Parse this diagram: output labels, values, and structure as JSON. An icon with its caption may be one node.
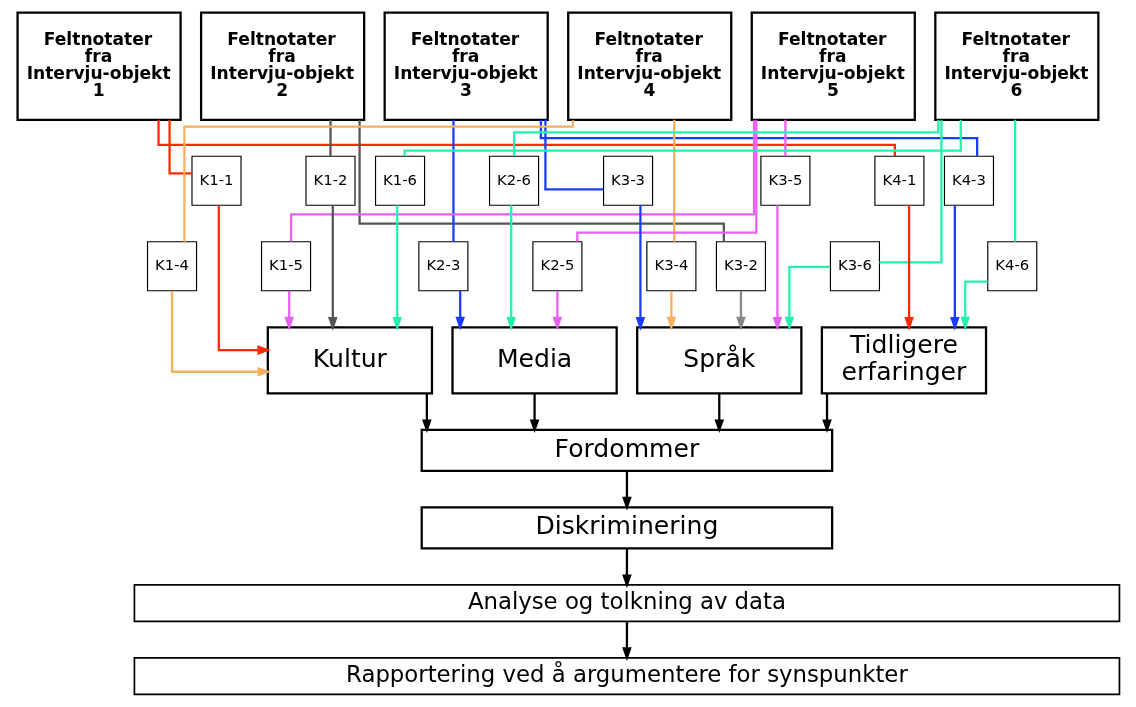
{
  "diagram": {
    "nodes": [
      {
        "text": [
          "Feltnotater fra Intervju-objekt 1"
        ]
      },
      {
        "text": [
          "Feltnotater fra Intervju-objekt 2"
        ]
      },
      {
        "text": [
          "Feltnotater fra Intervju-objekt 3"
        ]
      },
      {
        "text": [
          "Feltnotater fra Intervju-objekt 4"
        ]
      },
      {
        "text": [
          "Feltnotater fra Intervju-objekt 5"
        ]
      },
      {
        "text": [
          "Feltnotater fra Intervju-objekt 6"
        ]
      },
      {
        "text": [
          "K1-1"
        ]
      },
      {
        "text": [
          "K1-2"
        ]
      },
      {
        "text": [
          "K1-6"
        ]
      },
      {
        "text": [
          "K2-6"
        ]
      },
      {
        "text": [
          "K3-3"
        ]
      },
      {
        "text": [
          "K3-5"
        ]
      },
      {
        "text": [
          "K4-1"
        ]
      },
      {
        "text": [
          "K4-3"
        ]
      },
      {
        "text": [
          "K1-4"
        ]
      },
      {
        "text": [
          "K1-5"
        ]
      },
      {
        "text": [
          "K2-3"
        ]
      },
      {
        "text": [
          "K2-5"
        ]
      },
      {
        "text": [
          "K3-4"
        ]
      },
      {
        "text": [
          "K3-2"
        ]
      },
      {
        "text": [
          "K3-6"
        ]
      },
      {
        "text": [
          "K4-6"
        ]
      },
      {
        "text": [
          "Kultur"
        ]
      },
      {
        "text": [
          "Media"
        ]
      },
      {
        "text": [
          "Språk"
        ]
      },
      {
        "text": [
          "Tidligere erfaringer"
        ]
      },
      {
        "text": [
          "Fordommer"
        ]
      },
      {
        "text": [
          "Diskriminering"
        ]
      },
      {
        "text": [
          "Analyse og tolkning av data"
        ]
      },
      {
        "text": [
          "Rapportering ved å argumentere for synspunkter"
        ]
      }
    ],
    "edges": [
      {
        "from": 0,
        "to": 6,
        "arrow": "none",
        "color": "#ff2a00"
      },
      {
        "from": 0,
        "to": 12,
        "arrow": "none",
        "color": "#ff2a00"
      },
      {
        "from": 1,
        "to": 7,
        "arrow": "none",
        "color": "#555555"
      },
      {
        "from": 1,
        "to": 19,
        "arrow": "none",
        "color": "#555555"
      },
      {
        "from": 2,
        "to": 16,
        "arrow": "none",
        "color": "#1a3cff"
      },
      {
        "from": 2,
        "to": 10,
        "arrow": "none",
        "color": "#1a3cff"
      },
      {
        "from": 2,
        "to": 13,
        "arrow": "none",
        "color": "#1a3cff"
      },
      {
        "from": 3,
        "to": 14,
        "arrow": "none",
        "color": "#f7b05b"
      },
      {
        "from": 3,
        "to": 18,
        "arrow": "none",
        "color": "#f7b05b"
      },
      {
        "from": 4,
        "to": 11,
        "arrow": "none",
        "color": "#e860f0"
      },
      {
        "from": 4,
        "to": 15,
        "arrow": "none",
        "color": "#e860f0"
      },
      {
        "from": 4,
        "to": 17,
        "arrow": "none",
        "color": "#e860f0"
      },
      {
        "from": 5,
        "to": 9,
        "arrow": "none",
        "color": "#22f0b0"
      },
      {
        "from": 5,
        "to": 8,
        "arrow": "none",
        "color": "#22f0b0"
      },
      {
        "from": 5,
        "to": 20,
        "arrow": "none",
        "color": "#22f0b0"
      },
      {
        "from": 5,
        "to": 21,
        "arrow": "none",
        "color": "#22f0b0"
      },
      {
        "from": 6,
        "to": 22,
        "arrow": "to",
        "color": "#ff2a00"
      },
      {
        "from": 14,
        "to": 22,
        "arrow": "to",
        "color": "#f7b05b"
      },
      {
        "from": 7,
        "to": 22,
        "arrow": "to",
        "color": "#555555"
      },
      {
        "from": 15,
        "to": 22,
        "arrow": "to",
        "color": "#e860f0"
      },
      {
        "from": 8,
        "to": 22,
        "arrow": "to",
        "color": "#22f0b0"
      },
      {
        "from": 16,
        "to": 23,
        "arrow": "to",
        "color": "#1a3cff"
      },
      {
        "from": 9,
        "to": 23,
        "arrow": "to",
        "color": "#22f0b0"
      },
      {
        "from": 17,
        "to": 23,
        "arrow": "to",
        "color": "#e860f0"
      },
      {
        "from": 10,
        "to": 24,
        "arrow": "to",
        "color": "#1a3cff"
      },
      {
        "from": 20,
        "to": 24,
        "arrow": "to",
        "color": "#22f0b0"
      },
      {
        "from": 18,
        "to": 24,
        "arrow": "to",
        "color": "#f7b05b"
      },
      {
        "from": 11,
        "to": 24,
        "arrow": "to",
        "color": "#e860f0"
      },
      {
        "from": 19,
        "to": 24,
        "arrow": "to",
        "color": "#888888"
      },
      {
        "from": 12,
        "to": 25,
        "arrow": "to",
        "color": "#ff2a00"
      },
      {
        "from": 13,
        "to": 25,
        "arrow": "to",
        "color": "#1a3cff"
      },
      {
        "from": 21,
        "to": 25,
        "arrow": "to",
        "color": "#22f0b0"
      },
      {
        "from": 22,
        "to": 26,
        "arrow": "to",
        "color": "#000000"
      },
      {
        "from": 23,
        "to": 26,
        "arrow": "to",
        "color": "#000000"
      },
      {
        "from": 24,
        "to": 26,
        "arrow": "to",
        "color": "#000000"
      },
      {
        "from": 25,
        "to": 26,
        "arrow": "to",
        "color": "#000000"
      },
      {
        "from": 26,
        "to": 27,
        "arrow": "to",
        "color": "#000000"
      },
      {
        "from": 27,
        "to": 28,
        "arrow": "to",
        "color": "#000000"
      },
      {
        "from": 28,
        "to": 29,
        "arrow": "to",
        "color": "#000000"
      }
    ]
  }
}
